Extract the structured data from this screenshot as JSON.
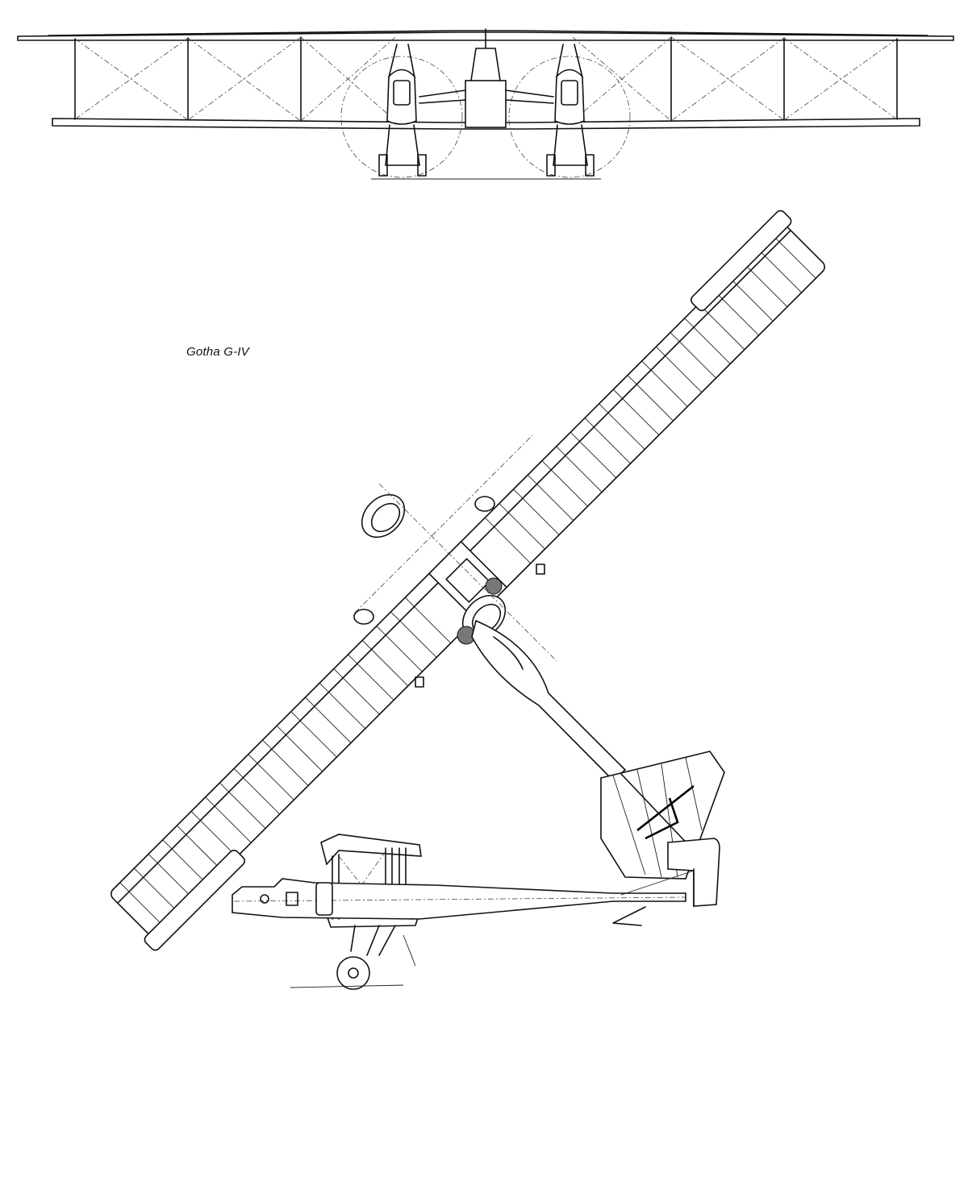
{
  "drawing": {
    "caption": "Gotha G-IV",
    "views": [
      "front-view",
      "plan-view",
      "side-view"
    ],
    "ink_color": "#111111",
    "paper_color": "#ffffff"
  }
}
